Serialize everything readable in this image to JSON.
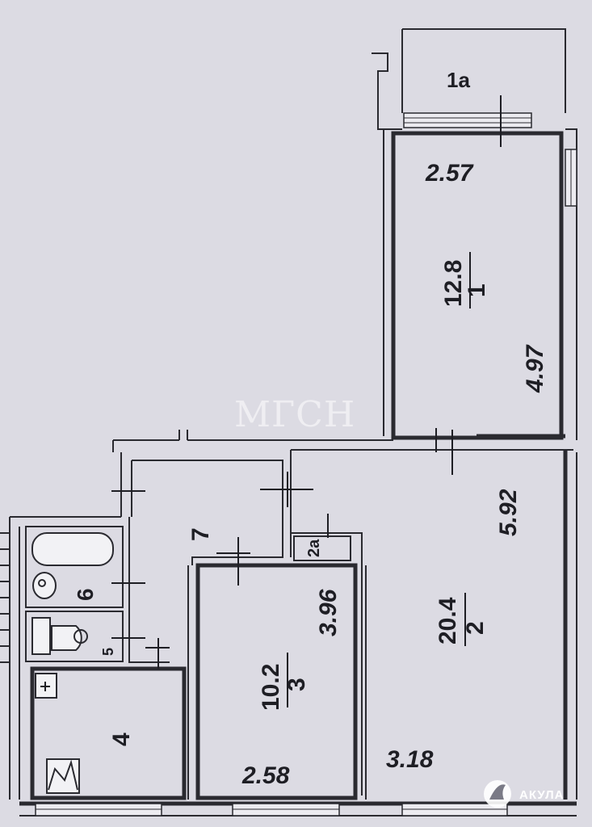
{
  "rooms": [
    {
      "id": "1a",
      "number": "1а"
    },
    {
      "id": "1",
      "number": "1",
      "area": "12.8",
      "width": "2.57",
      "length": "4.97"
    },
    {
      "id": "2",
      "number": "2",
      "area": "20.4",
      "width": "3.18",
      "length": "5.92"
    },
    {
      "id": "3",
      "number": "3",
      "area": "10.2",
      "width": "2.58",
      "length": "3.96"
    },
    {
      "id": "4",
      "number": "4"
    },
    {
      "id": "6",
      "number": "6"
    },
    {
      "id": "7",
      "number": "7"
    },
    {
      "id": "5",
      "number": "5"
    },
    {
      "id": "2a",
      "number": "2а"
    }
  ],
  "watermark": "МГСН",
  "badge": {
    "brand": "АКУЛА",
    "icon": "shark-fin-icon",
    "color": "#ffffff"
  },
  "colors": {
    "paper": "#dcdbe3",
    "ink": "#2a2a30"
  }
}
